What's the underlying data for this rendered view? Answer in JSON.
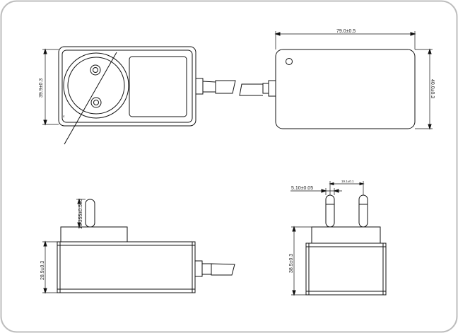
{
  "drawing": {
    "views": {
      "front": {
        "height_dim": "39.9±0.3",
        "note": "4"
      },
      "side": {
        "length_dim": "79.0±0.5",
        "height_dim": "40.0±0.3"
      },
      "bottom": {
        "pin_dim": "16.355±0.565",
        "body_dim": "28.9±0.3"
      },
      "end": {
        "pin_dia_dim": "5.10±0.05",
        "pin_pitch_dim": "19.1±0.1",
        "total_dim": "38.5±0.3"
      }
    }
  }
}
